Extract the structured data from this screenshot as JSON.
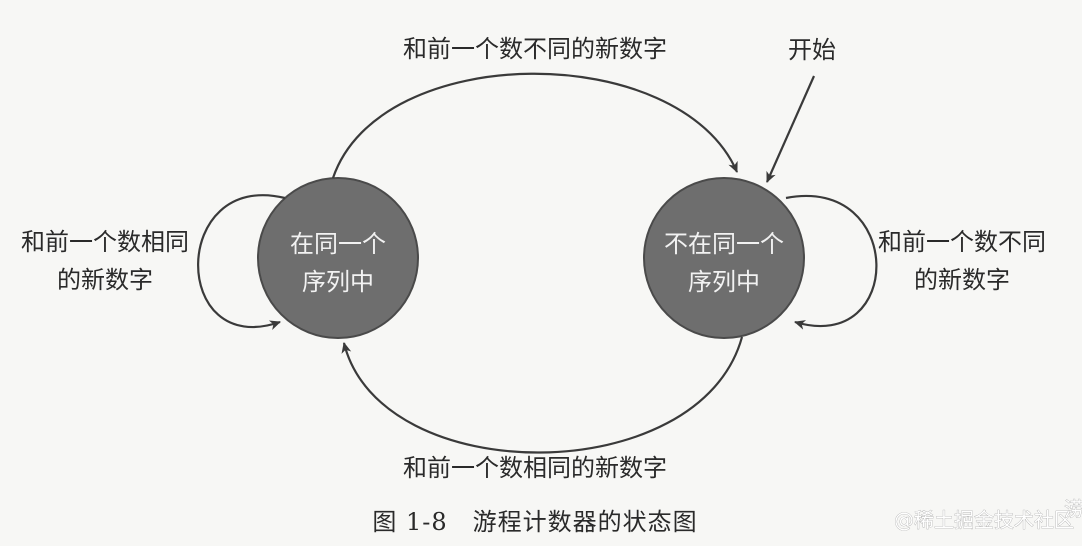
{
  "diagram": {
    "states": {
      "left_line1": "在同一个",
      "left_line2": "序列中",
      "right_line1": "不在同一个",
      "right_line2": "序列中"
    },
    "edges": {
      "top": "和前一个数不同的新数字",
      "bottom": "和前一个数相同的新数字",
      "left_loop_line1": "和前一个数相同",
      "left_loop_line2": "的新数字",
      "right_loop_line1": "和前一个数不同",
      "right_loop_line2": "的新数字",
      "start": "开始"
    },
    "caption": "图 1-8　游程计数器的状态图",
    "watermark": "@稀土掘金技术社区",
    "watermark_extra": "涝",
    "colors": {
      "state_fill": "#6e6e6e",
      "edge": "#3a3a3a",
      "background": "#f7f7f5"
    }
  }
}
